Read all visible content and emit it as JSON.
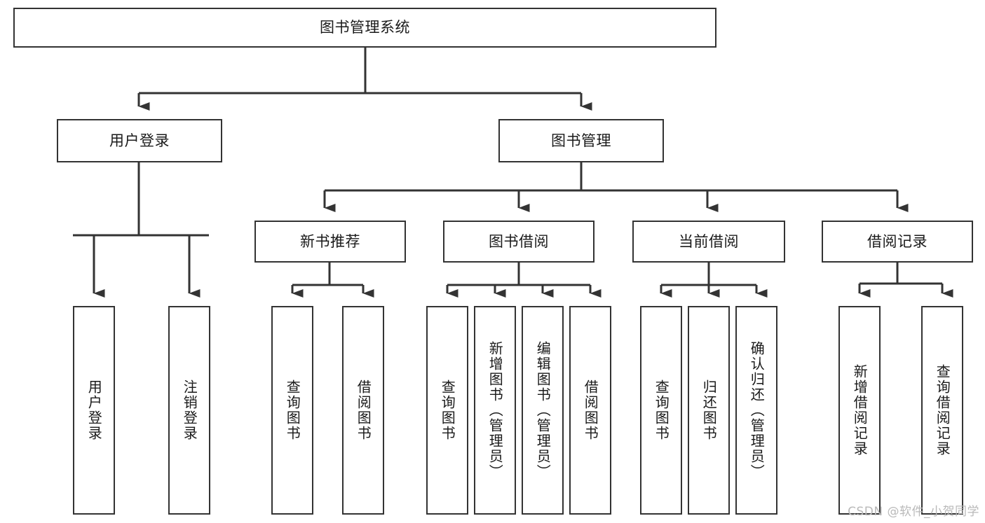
{
  "diagram": {
    "title": "图书管理系统",
    "watermark": "CSDN @软件_小贺同学",
    "stroke_color": "#333333",
    "background_color": "#ffffff",
    "text_color": "#1a1a1a"
  },
  "nodes": {
    "root": {
      "label": "图书管理系统"
    },
    "level2": [
      {
        "id": "user-login",
        "label": "用户登录"
      },
      {
        "id": "book-manage",
        "label": "图书管理"
      }
    ],
    "level3": [
      {
        "id": "new-book-recommend",
        "label": "新书推荐"
      },
      {
        "id": "book-borrow",
        "label": "图书借阅"
      },
      {
        "id": "current-borrow",
        "label": "当前借阅"
      },
      {
        "id": "borrow-record",
        "label": "借阅记录"
      }
    ],
    "leaves": {
      "user-login": [
        {
          "id": "leaf-user-login",
          "label": "用户登录"
        },
        {
          "id": "leaf-logout",
          "label": "注销登录"
        }
      ],
      "new-book-recommend": [
        {
          "id": "leaf-query-book-1",
          "label": "查询图书"
        },
        {
          "id": "leaf-borrow-book-1",
          "label": "借阅图书"
        }
      ],
      "book-borrow": [
        {
          "id": "leaf-query-book-2",
          "label": "查询图书"
        },
        {
          "id": "leaf-add-book",
          "label": "新增图书（管理员）"
        },
        {
          "id": "leaf-edit-book",
          "label": "编辑图书（管理员）"
        },
        {
          "id": "leaf-borrow-book-2",
          "label": "借阅图书"
        }
      ],
      "current-borrow": [
        {
          "id": "leaf-query-book-3",
          "label": "查询图书"
        },
        {
          "id": "leaf-return-book",
          "label": "归还图书"
        },
        {
          "id": "leaf-confirm-return",
          "label": "确认归还（管理员）"
        }
      ],
      "borrow-record": [
        {
          "id": "leaf-add-record",
          "label": "新增借阅记录"
        },
        {
          "id": "leaf-query-record",
          "label": "查询借阅记录"
        }
      ]
    }
  }
}
